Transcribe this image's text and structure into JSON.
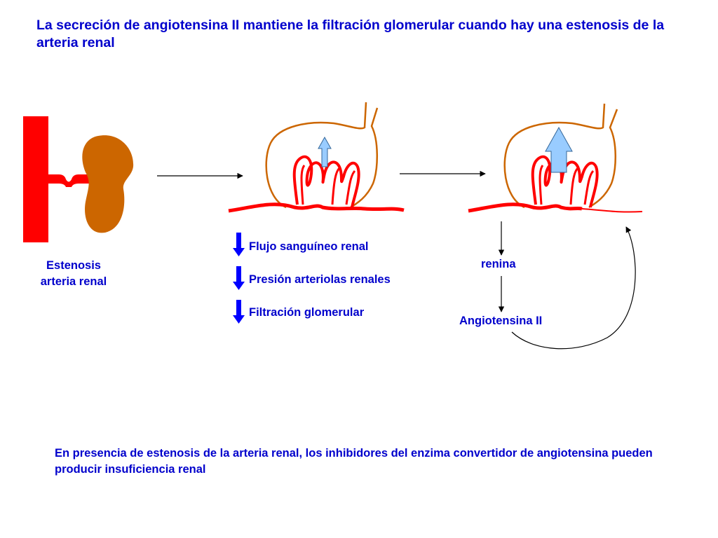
{
  "title": "La secreción de angiotensina II mantiene la filtración glomerular cuando hay una estenosis de la arteria renal",
  "stenosis_label": "Estenosis arteria renal",
  "effects": [
    "Flujo sanguíneo renal",
    "Presión arteriolas renales",
    "Filtración glomerular"
  ],
  "renina_label": "renina",
  "angiotensina_label": "Angiotensina II",
  "bottom_note": "En presencia de estenosis de la arteria renal, los inhibidores del enzima convertidor de angiotensina pueden producir insuficiencia renal",
  "colors": {
    "text": "#0000cc",
    "artery": "#ff0000",
    "kidney": "#cc6600",
    "capsule": "#cc6600",
    "down_arrow": "#0000ff",
    "up_arrow": "#99ccff"
  }
}
